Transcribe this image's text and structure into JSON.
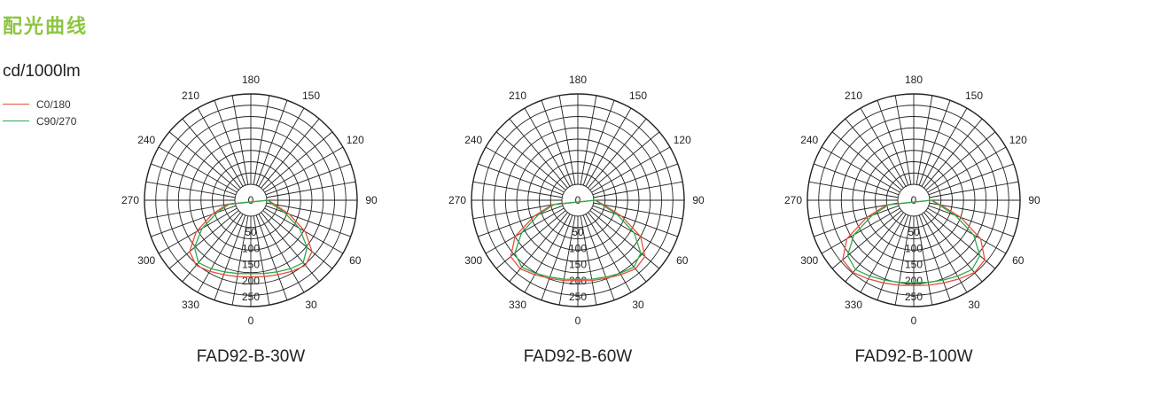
{
  "page": {
    "title": "配光曲线",
    "unit": "cd/1000lm",
    "title_color": "#8cc63f"
  },
  "legend": [
    {
      "label": "C0/180",
      "color": "#e8503a"
    },
    {
      "label": "C90/270",
      "color": "#2fa84f"
    }
  ],
  "chart_data": [
    {
      "type": "polar",
      "caption": "FAD92-B-30W",
      "angle_labels": [
        "180",
        "150",
        "120",
        "90",
        "60",
        "30",
        "0",
        "330",
        "300",
        "270",
        "240",
        "210"
      ],
      "radial_ticks": [
        0,
        50,
        100,
        150,
        200,
        250
      ],
      "radial_max": 280,
      "series": [
        {
          "name": "C0/180",
          "color": "#e8503a",
          "points": [
            [
              0,
              188
            ],
            [
              10,
              191
            ],
            [
              20,
              196
            ],
            [
              30,
              205
            ],
            [
              40,
              214
            ],
            [
              50,
              198
            ],
            [
              60,
              146
            ],
            [
              70,
              78
            ],
            [
              80,
              26
            ],
            [
              90,
              4
            ],
            [
              280,
              26
            ],
            [
              290,
              78
            ],
            [
              300,
              146
            ],
            [
              310,
              198
            ],
            [
              320,
              214
            ],
            [
              330,
              205
            ],
            [
              340,
              196
            ],
            [
              350,
              191
            ],
            [
              360,
              188
            ]
          ]
        },
        {
          "name": "C90/270",
          "color": "#2fa84f",
          "points": [
            [
              0,
              178
            ],
            [
              10,
              181
            ],
            [
              20,
              187
            ],
            [
              30,
              196
            ],
            [
              40,
              203
            ],
            [
              50,
              178
            ],
            [
              60,
              125
            ],
            [
              70,
              62
            ],
            [
              80,
              18
            ],
            [
              90,
              3
            ],
            [
              280,
              18
            ],
            [
              290,
              62
            ],
            [
              300,
              125
            ],
            [
              310,
              178
            ],
            [
              320,
              203
            ],
            [
              330,
              196
            ],
            [
              340,
              187
            ],
            [
              350,
              181
            ],
            [
              360,
              178
            ]
          ]
        }
      ]
    },
    {
      "type": "polar",
      "caption": "FAD92-B-60W",
      "angle_labels": [
        "180",
        "150",
        "120",
        "90",
        "60",
        "30",
        "0",
        "330",
        "300",
        "270",
        "240",
        "210"
      ],
      "radial_ticks": [
        0,
        50,
        100,
        150,
        200,
        250
      ],
      "radial_max": 280,
      "series": [
        {
          "name": "C0/180",
          "color": "#e8503a",
          "points": [
            [
              0,
              200
            ],
            [
              10,
              203
            ],
            [
              20,
              208
            ],
            [
              30,
              217
            ],
            [
              40,
              228
            ],
            [
              50,
              222
            ],
            [
              60,
              175
            ],
            [
              70,
              95
            ],
            [
              80,
              32
            ],
            [
              90,
              5
            ],
            [
              280,
              32
            ],
            [
              290,
              95
            ],
            [
              300,
              175
            ],
            [
              310,
              222
            ],
            [
              320,
              228
            ],
            [
              330,
              217
            ],
            [
              340,
              208
            ],
            [
              350,
              203
            ],
            [
              360,
              200
            ]
          ]
        },
        {
          "name": "C90/270",
          "color": "#2fa84f",
          "points": [
            [
              0,
              196
            ],
            [
              10,
              199
            ],
            [
              20,
              204
            ],
            [
              30,
              212
            ],
            [
              40,
              221
            ],
            [
              50,
              205
            ],
            [
              60,
              152
            ],
            [
              70,
              80
            ],
            [
              80,
              25
            ],
            [
              90,
              4
            ],
            [
              280,
              25
            ],
            [
              290,
              80
            ],
            [
              300,
              152
            ],
            [
              310,
              205
            ],
            [
              320,
              221
            ],
            [
              330,
              212
            ],
            [
              340,
              204
            ],
            [
              350,
              199
            ],
            [
              360,
              196
            ]
          ]
        }
      ]
    },
    {
      "type": "polar",
      "caption": "FAD92-B-100W",
      "angle_labels": [
        "180",
        "150",
        "120",
        "90",
        "60",
        "30",
        "0",
        "330",
        "300",
        "270",
        "240",
        "210"
      ],
      "radial_ticks": [
        0,
        50,
        100,
        150,
        200,
        250
      ],
      "radial_max": 280,
      "series": [
        {
          "name": "C0/180",
          "color": "#e8503a",
          "points": [
            [
              0,
              215
            ],
            [
              10,
              218
            ],
            [
              20,
              223
            ],
            [
              30,
              232
            ],
            [
              40,
              243
            ],
            [
              50,
              238
            ],
            [
              60,
              190
            ],
            [
              70,
              105
            ],
            [
              80,
              36
            ],
            [
              90,
              6
            ],
            [
              280,
              36
            ],
            [
              290,
              105
            ],
            [
              300,
              190
            ],
            [
              310,
              238
            ],
            [
              320,
              243
            ],
            [
              330,
              232
            ],
            [
              340,
              223
            ],
            [
              350,
              218
            ],
            [
              360,
              215
            ]
          ]
        },
        {
          "name": "C90/270",
          "color": "#2fa84f",
          "points": [
            [
              0,
              206
            ],
            [
              10,
              209
            ],
            [
              20,
              214
            ],
            [
              30,
              222
            ],
            [
              40,
              231
            ],
            [
              50,
              218
            ],
            [
              60,
              165
            ],
            [
              70,
              88
            ],
            [
              80,
              28
            ],
            [
              90,
              5
            ],
            [
              280,
              28
            ],
            [
              290,
              88
            ],
            [
              300,
              165
            ],
            [
              310,
              218
            ],
            [
              320,
              231
            ],
            [
              330,
              222
            ],
            [
              340,
              214
            ],
            [
              350,
              209
            ],
            [
              360,
              206
            ]
          ]
        }
      ]
    }
  ]
}
